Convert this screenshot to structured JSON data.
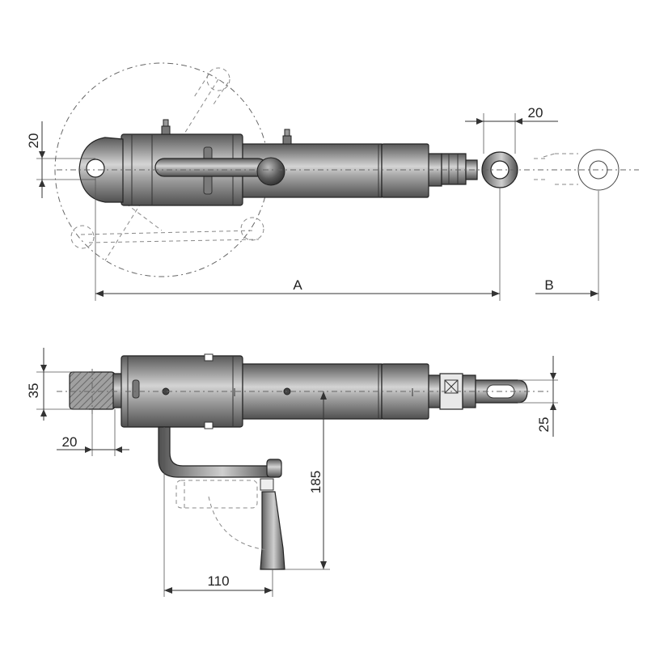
{
  "dimensions": {
    "top_hole_diameter": "20",
    "top_length_a": "A",
    "top_length_b": "B",
    "top_eye_width": "20",
    "side_shaft_height": "35",
    "side_eye_height": "25",
    "side_shaft_offset": "20",
    "side_crank_drop": "185",
    "side_crank_reach": "110"
  },
  "colors": {
    "metal_dark": "#5d5d5d",
    "metal_mid": "#8a8a8a",
    "metal_light": "#d2d2d2",
    "line": "#222222"
  }
}
